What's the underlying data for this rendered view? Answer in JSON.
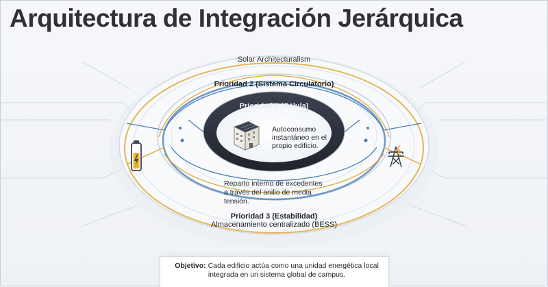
{
  "title": "Arquitectura de Integración Jerárquica",
  "ring_labels": {
    "outer": "Solar Architecturalism",
    "priority2": "Prioridad 2 (Sistema Circulatorio)",
    "priority1": "Prioridad 1 (Célula)",
    "priority3": "Prioridad 3 (Estabilidad)"
  },
  "descriptions": {
    "cell": "Autoconsumo instantáneo en el propio edificio.",
    "circulatory": "Reparto interno de excedentes a través del anillo de media tensión.",
    "stability": "Almacenamiento centralizado (BESS)"
  },
  "objective": {
    "label": "Objetivo:",
    "text": "Cada edificio actúa como una unidad energética local integrada en un sistema global de campus."
  },
  "icons": [
    "building-solar-icon",
    "battery-icon",
    "transmission-tower-icon"
  ],
  "colors": {
    "title": "#2f3136",
    "core_ring": "#2e3440",
    "blue_line": "#4a7fb8",
    "gold_line": "#e0a93a",
    "battery_fill": "#f0b429"
  }
}
